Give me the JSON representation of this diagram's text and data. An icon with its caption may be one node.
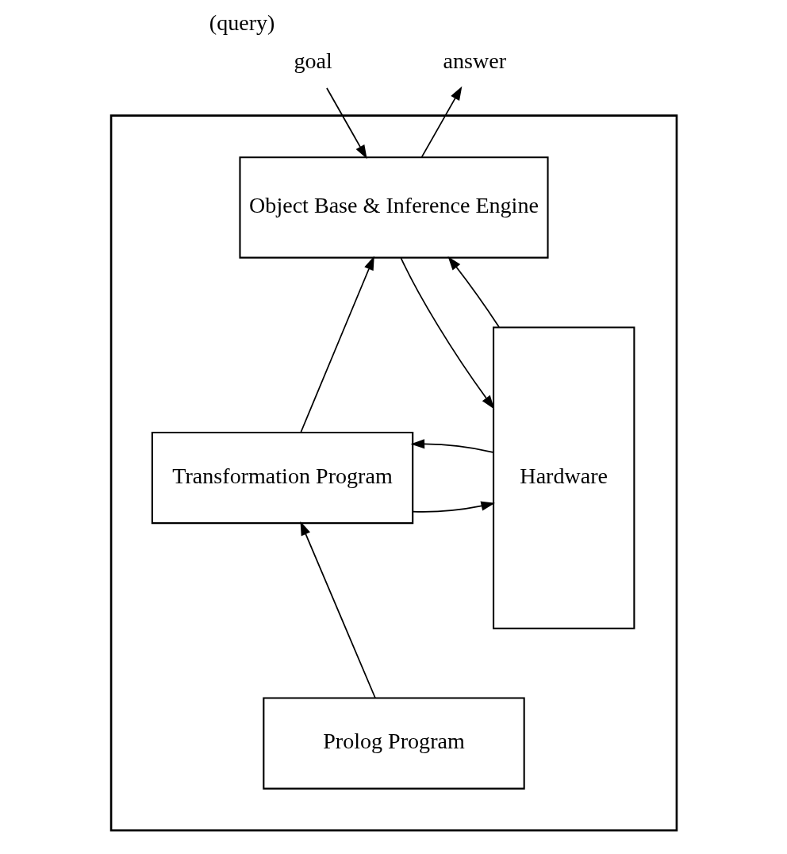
{
  "diagram": {
    "nodes": [
      {
        "text": [
          "goal"
        ],
        "beside": [
          "(query)"
        ]
      },
      {
        "text": [
          "answer"
        ]
      },
      {
        "text": [],
        "shape": "box"
      },
      {
        "text": [
          "Object Base & Inference Engine"
        ],
        "in": 2
      },
      {
        "text": [
          "Transformation Program"
        ],
        "in": 2
      },
      {
        "text": [
          "Prolog Program"
        ],
        "in": 2
      },
      {
        "text": [
          "Hardware"
        ],
        "in": 2
      }
    ],
    "edges": [
      {
        "from": 0,
        "to": 3,
        "arrow": "to"
      },
      {
        "from": 3,
        "to": 1,
        "arrow": "to"
      },
      {
        "from": 3,
        "to": 6,
        "arrow": "to"
      },
      {
        "from": 6,
        "to": 3,
        "arrow": "to"
      },
      {
        "from": 4,
        "to": 3,
        "arrow": "to"
      },
      {
        "from": 4,
        "to": 6,
        "arrow": "to"
      },
      {
        "from": 6,
        "to": 4,
        "arrow": "to"
      },
      {
        "from": 5,
        "to": 4,
        "arrow": "to"
      }
    ]
  }
}
